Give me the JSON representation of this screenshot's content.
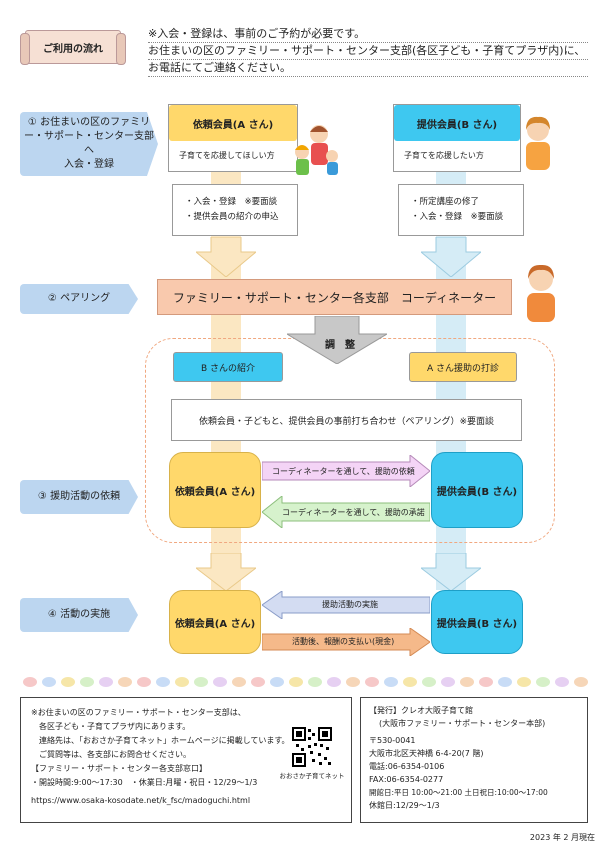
{
  "flow_tag": "ご利用の流れ",
  "intro": [
    "※入会・登録は、事前のご予約が必要です。",
    "お住まいの区のファミリー・サポート・センター支部(各区子ども・子育てプラザ内)に、",
    "お電話にてご連絡ください。"
  ],
  "steps": [
    {
      "num": "①",
      "label": "お住まいの区のファミリー・サポート・センター支部へ",
      "sub": "入会・登録"
    },
    {
      "num": "②",
      "label": "ペアリング"
    },
    {
      "num": "③",
      "label": "援助活動の依頼"
    },
    {
      "num": "④",
      "label": "活動の実施"
    }
  ],
  "member_a": {
    "title": "依頼会員(A さん)",
    "desc": "子育てを応援してほしい方"
  },
  "member_b": {
    "title": "提供会員(B さん)",
    "desc": "子育てを応援したい方"
  },
  "a_reqs": [
    "・入会・登録　※要面談",
    "・提供会員の紹介の申込"
  ],
  "b_reqs": [
    "・所定講座の修了",
    "・入会・登録　※要面談"
  ],
  "coordinator": "ファミリー・サポート・センター各支部　コーディネーター",
  "adjust": "調　整",
  "intro_b": "B さんの紹介",
  "sound_a": "A さん援助の打診",
  "meeting": "依頼会員・子どもと、提供会員の事前打ち合わせ（ペアリング）※要面談",
  "req_a": "依頼会員(A さん)",
  "req_b": "提供会員(B さん)",
  "arrow_request": "コーディネーターを通して、援助の依頼",
  "arrow_accept": "コーディネーターを通して、援助の承諾",
  "act_a": "依頼会員(A さん)",
  "act_b": "提供会員(B さん)",
  "arrow_activity": "援助活動の実施",
  "arrow_pay": "活動後、報酬の支払い(現金)",
  "footer_left": [
    "※お住まいの区のファミリー・サポート・センター支部は、",
    "　各区子ども・子育てプラザ内にあります。",
    "　連絡先は、「おおさか子育てネット」ホームページに掲載しています。",
    "　ご質問等は、各支部にお問合せください。",
    "【ファミリー・サポート・センター各支部窓口】",
    "・開設時間:9:00～17:30　・休業日:月曜・祝日・12/29～1/3"
  ],
  "footer_url": "https://www.osaka-kosodate.net/k_fsc/madoguchi.html",
  "qr_caption": "おおさか子育てネット",
  "publisher_label": "【発行】クレオ大阪子育て館",
  "publisher_sub": "(大阪市ファミリー・サポート・センター本部)",
  "publisher_info": [
    "〒530-0041",
    "大阪市北区天神橋 6-4-20(7 階)",
    "電話:06-6354-0106",
    "FAX:06-6354-0277",
    "開館日:平日 10:00～21:00 土日祝日:10:00～17:00",
    "休館日:12/29～1/3"
  ],
  "date_note": "2023 年 2 月現在",
  "colors": {
    "yellow": "#ffd86b",
    "blue": "#3ec8f0",
    "step": "#bcd6f0",
    "coord": "#f9c9ad"
  }
}
